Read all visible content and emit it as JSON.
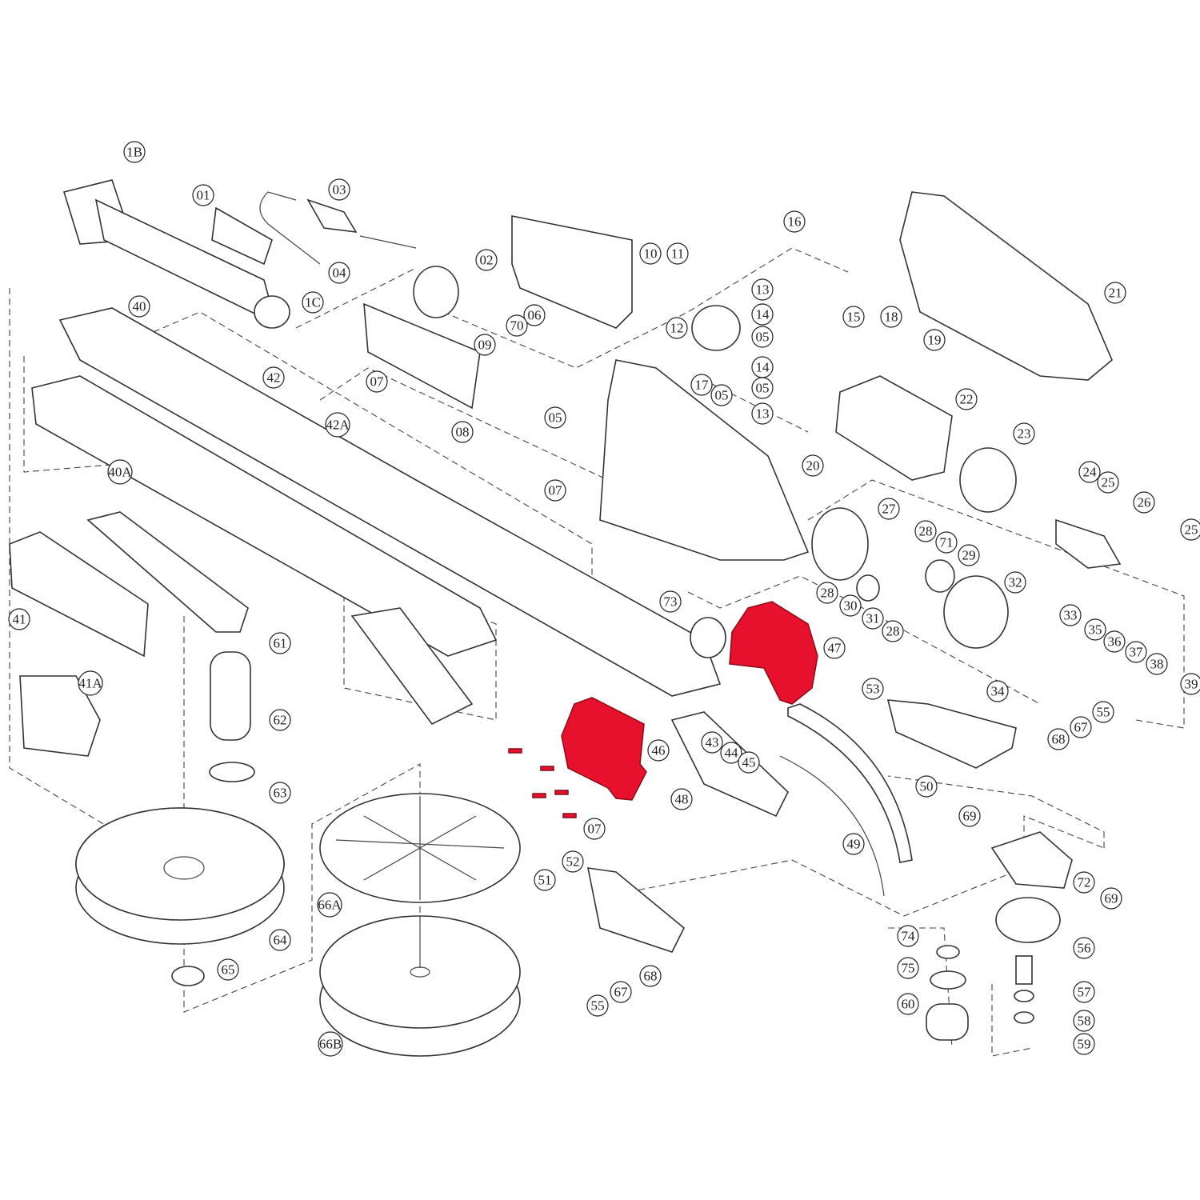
{
  "diagram": {
    "highlight_color": "#e8112d",
    "highlighted_parts": [
      "46",
      "47"
    ],
    "callouts": [
      "1B",
      "01",
      "03",
      "04",
      "02",
      "10",
      "11",
      "16",
      "21",
      "1C",
      "40",
      "06",
      "70",
      "13",
      "14",
      "05",
      "15",
      "18",
      "19",
      "12",
      "09",
      "07",
      "42",
      "17",
      "05",
      "14",
      "05",
      "13",
      "22",
      "08",
      "42A",
      "05",
      "23",
      "20",
      "40A",
      "24",
      "25",
      "07",
      "27",
      "26",
      "28",
      "71",
      "25",
      "29",
      "28",
      "32",
      "30",
      "73",
      "31",
      "28",
      "33",
      "35",
      "41",
      "61",
      "47",
      "36",
      "37",
      "38",
      "34",
      "53",
      "39",
      "55",
      "62",
      "67",
      "41A",
      "46",
      "43",
      "68",
      "44",
      "45",
      "50",
      "63",
      "48",
      "69",
      "07",
      "49",
      "52",
      "51",
      "72",
      "69",
      "66A",
      "64",
      "74",
      "56",
      "65",
      "75",
      "68",
      "67",
      "57",
      "60",
      "55",
      "58",
      "59",
      "66B"
    ]
  }
}
